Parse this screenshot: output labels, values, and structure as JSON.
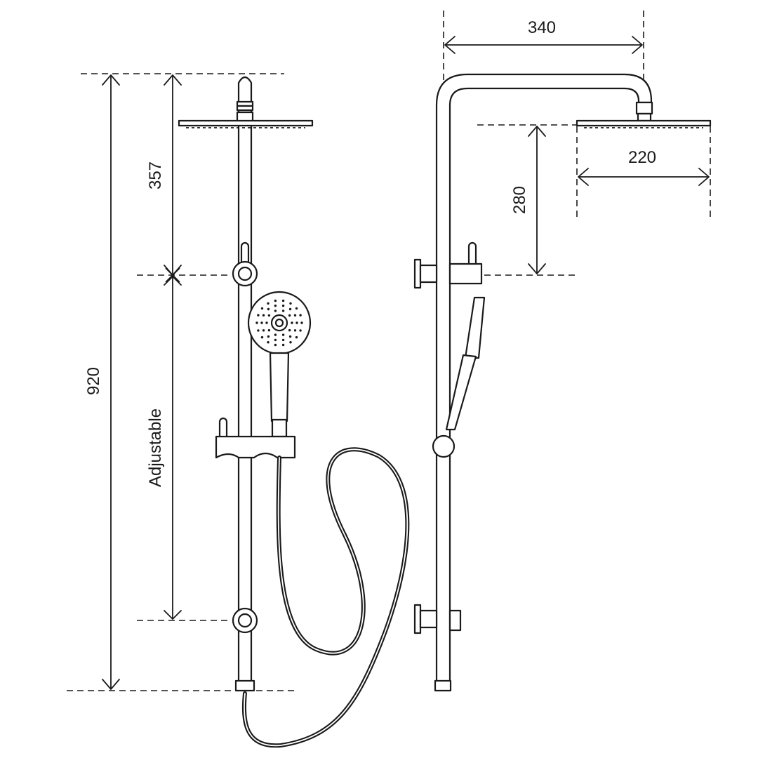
{
  "dimensions": {
    "overall_height": "920",
    "head_to_slider": "357",
    "slider_range": "Adjustable",
    "arm_reach": "340",
    "head_diameter": "220",
    "head_drop": "280"
  },
  "colors": {
    "line": "#1a1a1a",
    "background": "#ffffff"
  }
}
